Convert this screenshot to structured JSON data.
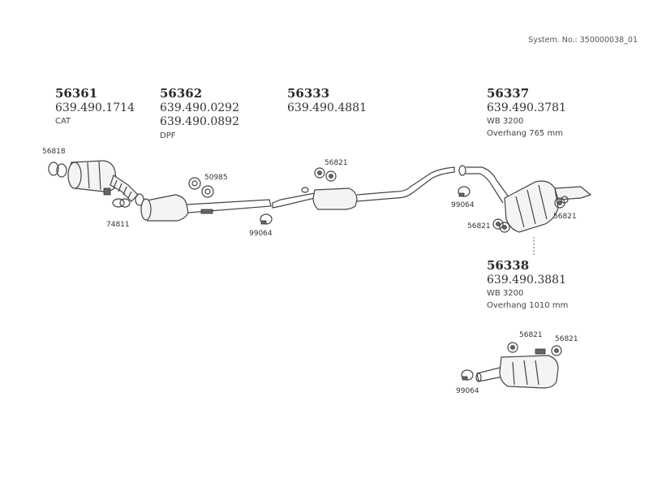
{
  "system_number": "System. No.: 350000038_01",
  "parts": [
    {
      "number": "56361",
      "oe": [
        "639.490.1714"
      ],
      "notes": [
        "CAT"
      ]
    },
    {
      "number": "56362",
      "oe": [
        "639.490.0292",
        "639.490.0892"
      ],
      "notes": [
        "DPF"
      ]
    },
    {
      "number": "56333",
      "oe": [
        "639.490.4881"
      ],
      "notes": []
    },
    {
      "number": "56337",
      "oe": [
        "639.490.3781"
      ],
      "notes": [
        "WB 3200",
        "Overhang 765 mm"
      ]
    },
    {
      "number": "56338",
      "oe": [
        "639.490.3881"
      ],
      "notes": [
        "WB 3200",
        "Overhang 1010 mm"
      ]
    }
  ],
  "tags": {
    "t56818": "56818",
    "t74811": "74811",
    "t50985": "50985",
    "t99064a": "99064",
    "t56821a": "56821",
    "t99064b": "99064",
    "t56821b": "56821",
    "t56821c": "56821",
    "t56821d": "56821",
    "t56821e": "56821",
    "t99064c": "99064"
  }
}
